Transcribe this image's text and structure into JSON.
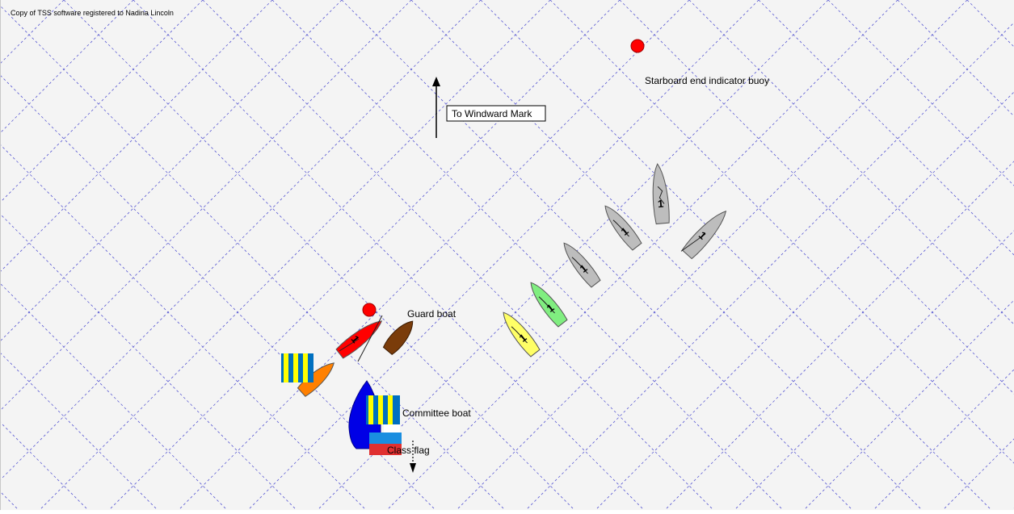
{
  "registration_text": "Copy of TSS software registered to Nadina Lincoln",
  "labels": {
    "windward_mark": "To Windward Mark",
    "starboard_buoy": "Starboard end indicator buoy",
    "guard_boat": "Guard boat",
    "committee_boat": "Committee boat",
    "class_flag": "Class flag"
  },
  "boat_number": "1",
  "colors": {
    "grid": "#5a5ad2",
    "buoy": "#ff0000",
    "committee_hull": "#0000e6",
    "guard_hull": "#7a3c0a",
    "red_boat": "#ff0000",
    "orange_boat": "#ff8000",
    "yellow_boat": "#ffff66",
    "green_boat": "#80ee80",
    "grey_boat": "#bdbdbd",
    "flag_blue": "#0070c0",
    "flag_yellow": "#ffff00",
    "class_flag_blue": "#1a8ee0",
    "class_flag_red": "#e03030"
  }
}
